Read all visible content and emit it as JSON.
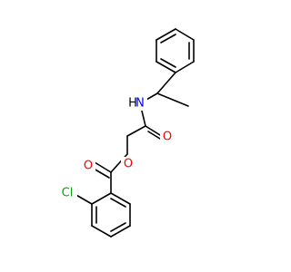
{
  "molecule": {
    "colors": {
      "bond": "#000000",
      "oxygen": "#ff0000",
      "nitrogen": "#0000ff",
      "chlorine": "#00aa00",
      "hydrogen_on_n": "#000000"
    },
    "labels": {
      "nh_n": "N",
      "nh_h": "H",
      "amide_o": "O",
      "ester_o": "O",
      "carbonyl_o": "O",
      "chlorine": "Cl"
    }
  }
}
